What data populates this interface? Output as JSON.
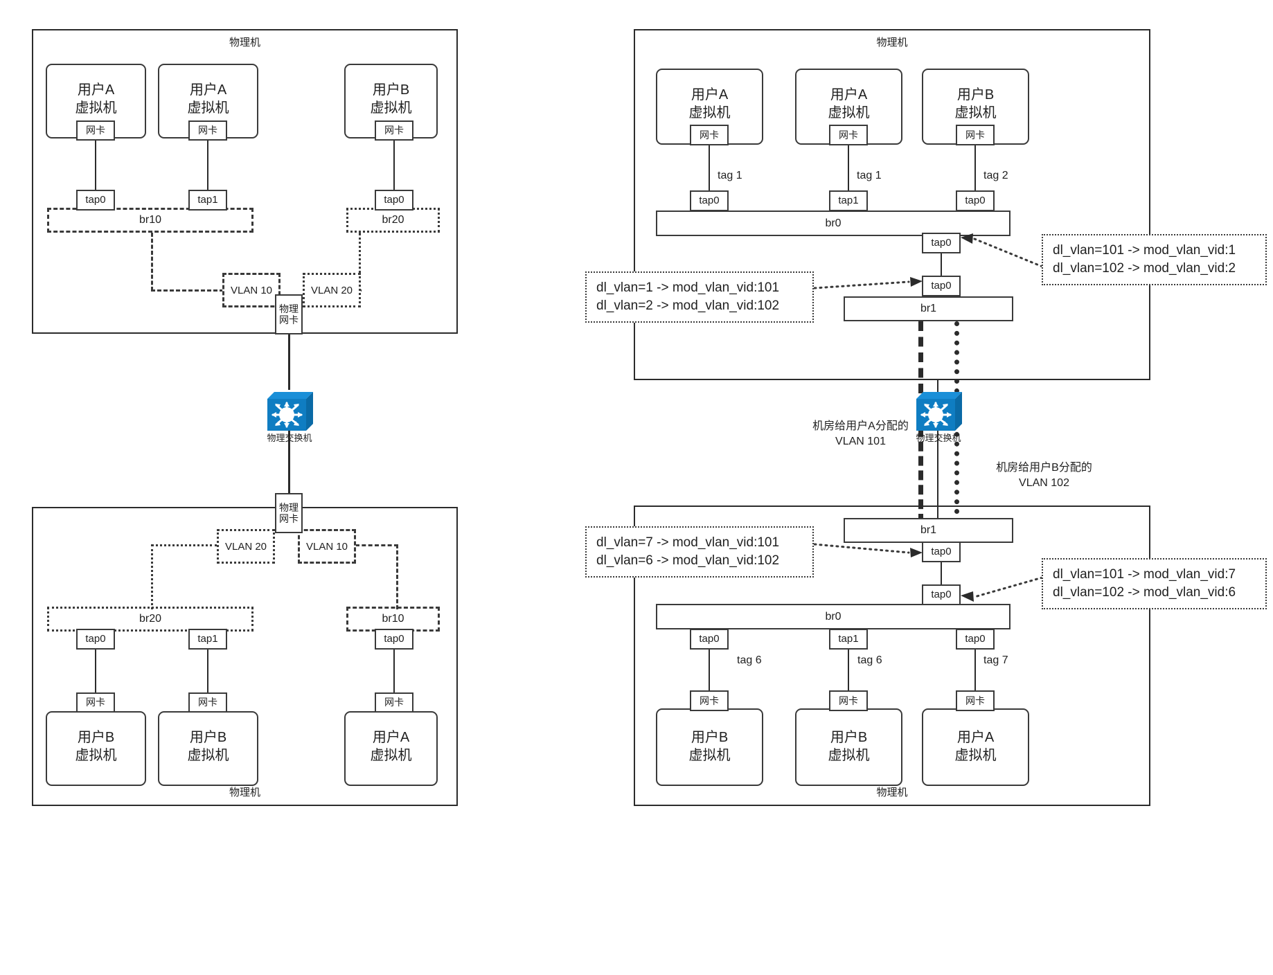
{
  "labels": {
    "host": "物理机",
    "vm_user_a": "用户A\n虚拟机",
    "vm_user_b": "用户B\n虚拟机",
    "nic": "网卡",
    "pnic": "物理\n网卡",
    "tap0": "tap0",
    "tap1": "tap1",
    "switch": "物理交换机"
  },
  "bridges": {
    "br0": "br0",
    "br1": "br1",
    "br10": "br10",
    "br20": "br20"
  },
  "vlan_boxes": {
    "vlan10": "VLAN 10",
    "vlan20": "VLAN 20"
  },
  "left_top_host": {
    "title": "物理机",
    "vms": [
      {
        "name": "用户A\n虚拟机",
        "nic": "网卡",
        "tap": "tap0"
      },
      {
        "name": "用户A\n虚拟机",
        "nic": "网卡",
        "tap": "tap1"
      },
      {
        "name": "用户B\n虚拟机",
        "nic": "网卡",
        "tap": "tap0"
      }
    ],
    "bridges": [
      {
        "name": "br10",
        "style": "dashed"
      },
      {
        "name": "br20",
        "style": "dotted"
      }
    ],
    "vlans": [
      {
        "name": "VLAN 10",
        "style": "dashed"
      },
      {
        "name": "VLAN 20",
        "style": "dotted"
      }
    ],
    "pnic": "物理\n网卡"
  },
  "left_bottom_host": {
    "title": "物理机",
    "pnic": "物理\n网卡",
    "vlans": [
      {
        "name": "VLAN 20",
        "style": "dotted"
      },
      {
        "name": "VLAN 10",
        "style": "dashed"
      }
    ],
    "bridges": [
      {
        "name": "br20",
        "style": "dotted"
      },
      {
        "name": "br10",
        "style": "dashed"
      }
    ],
    "vms": [
      {
        "tap": "tap0",
        "nic": "网卡",
        "name": "用户B\n虚拟机"
      },
      {
        "tap": "tap1",
        "nic": "网卡",
        "name": "用户B\n虚拟机"
      },
      {
        "tap": "tap0",
        "nic": "网卡",
        "name": "用户A\n虚拟机"
      }
    ]
  },
  "right_top_host": {
    "title": "物理机",
    "vms": [
      {
        "name": "用户A\n虚拟机",
        "nic": "网卡",
        "tag": "tag 1",
        "tap": "tap0"
      },
      {
        "name": "用户A\n虚拟机",
        "nic": "网卡",
        "tag": "tag 1",
        "tap": "tap1"
      },
      {
        "name": "用户B\n虚拟机",
        "nic": "网卡",
        "tag": "tag 2",
        "tap": "tap0"
      }
    ],
    "br0": "br0",
    "br1": "br1",
    "patch_upper": "tap0",
    "patch_lower": "tap0",
    "callout_in": "dl_vlan=101 -> mod_vlan_vid:1\ndl_vlan=102 -> mod_vlan_vid:2",
    "callout_out": "dl_vlan=1 -> mod_vlan_vid:101\ndl_vlan=2 -> mod_vlan_vid:102"
  },
  "right_bottom_host": {
    "title": "物理机",
    "br1": "br1",
    "br0": "br0",
    "patch_upper": "tap0",
    "patch_lower": "tap0",
    "callout_out": "dl_vlan=7 -> mod_vlan_vid:101\ndl_vlan=6 -> mod_vlan_vid:102",
    "callout_in": "dl_vlan=101 -> mod_vlan_vid:7\ndl_vlan=102 -> mod_vlan_vid:6",
    "vms": [
      {
        "tap": "tap0",
        "tag": "tag 6",
        "nic": "网卡",
        "name": "用户B\n虚拟机"
      },
      {
        "tap": "tap1",
        "tag": "tag 6",
        "nic": "网卡",
        "name": "用户B\n虚拟机"
      },
      {
        "tap": "tap0",
        "tag": "tag 7",
        "nic": "网卡",
        "name": "用户A\n虚拟机"
      }
    ]
  },
  "trunk_notes": {
    "vlan_a": "机房给用户A分配的\nVLAN 101",
    "vlan_b": "机房给用户B分配的\nVLAN 102"
  },
  "switches": {
    "left": "物理交换机",
    "right": "物理交换机"
  },
  "colors": {
    "stroke": "#2b2b2b",
    "switch_front": "#0f7dc2",
    "switch_top": "#1a8fd8",
    "switch_side": "#0a6aa6",
    "background": "#ffffff"
  }
}
